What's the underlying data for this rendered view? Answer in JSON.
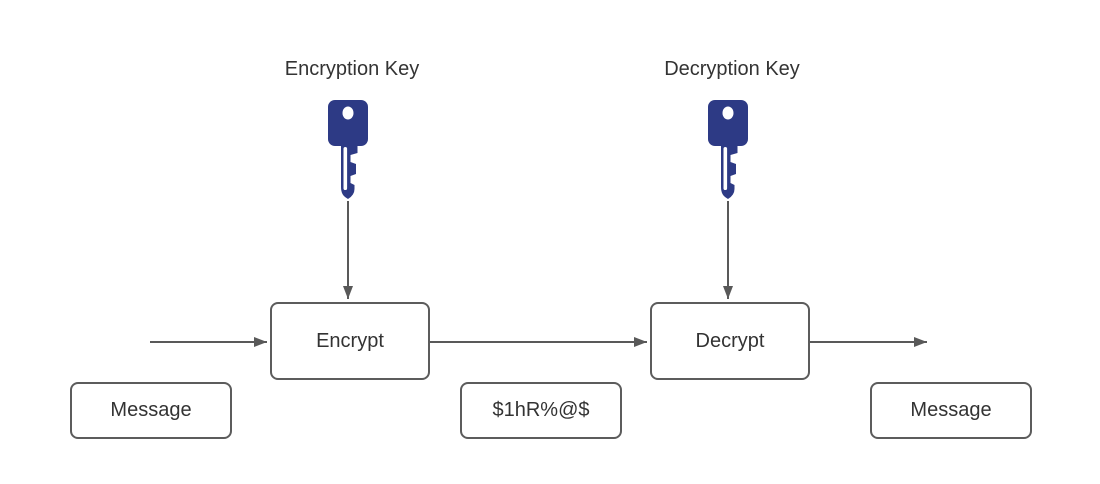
{
  "colors": {
    "background": "#ffffff",
    "key_fill": "#2d3a85",
    "box_border": "#5c5c5c",
    "arrow": "#595959",
    "text": "#333333"
  },
  "labels": {
    "encryption_key": "Encryption Key",
    "decryption_key": "Decryption Key"
  },
  "nodes": {
    "message_in": "Message",
    "encrypt": "Encrypt",
    "ciphertext": "$1hR%@$",
    "decrypt": "Decrypt",
    "message_out": "Message"
  }
}
